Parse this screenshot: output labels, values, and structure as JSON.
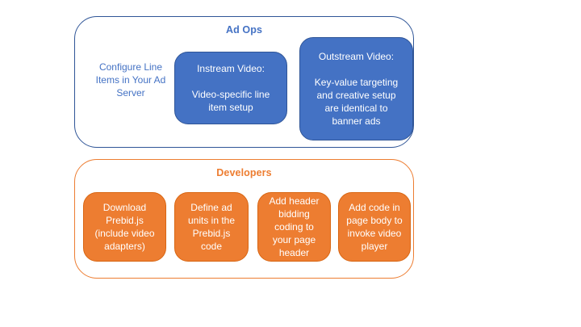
{
  "colors": {
    "blue_fill": "#4472C4",
    "blue_border": "#2F5597",
    "orange_fill": "#ED7D31",
    "orange_border": "#D86613",
    "background": "#ffffff"
  },
  "ad_ops_panel": {
    "title": "Ad Ops",
    "side_note": "Configure Line\nItems in Your Ad\nServer",
    "boxes": [
      {
        "id": "instream-video",
        "text": "Instream Video:\n\nVideo-specific line\nitem setup"
      },
      {
        "id": "outstream-video",
        "text": "Outstream Video:\n\nKey-value targeting\nand creative setup\nare identical to\nbanner ads"
      }
    ]
  },
  "developers_panel": {
    "title": "Developers",
    "boxes": [
      {
        "id": "download-prebid",
        "text": "Download\nPrebid.js\n(include video\nadapters)"
      },
      {
        "id": "define-ad-units",
        "text": "Define ad\nunits in the\nPrebid.js\ncode"
      },
      {
        "id": "add-header-bidding",
        "text": "Add header\nbidding\ncoding to\nyour page\nheader"
      },
      {
        "id": "add-page-body-code",
        "text": "Add code in\npage body to\ninvoke video\nplayer"
      }
    ]
  }
}
